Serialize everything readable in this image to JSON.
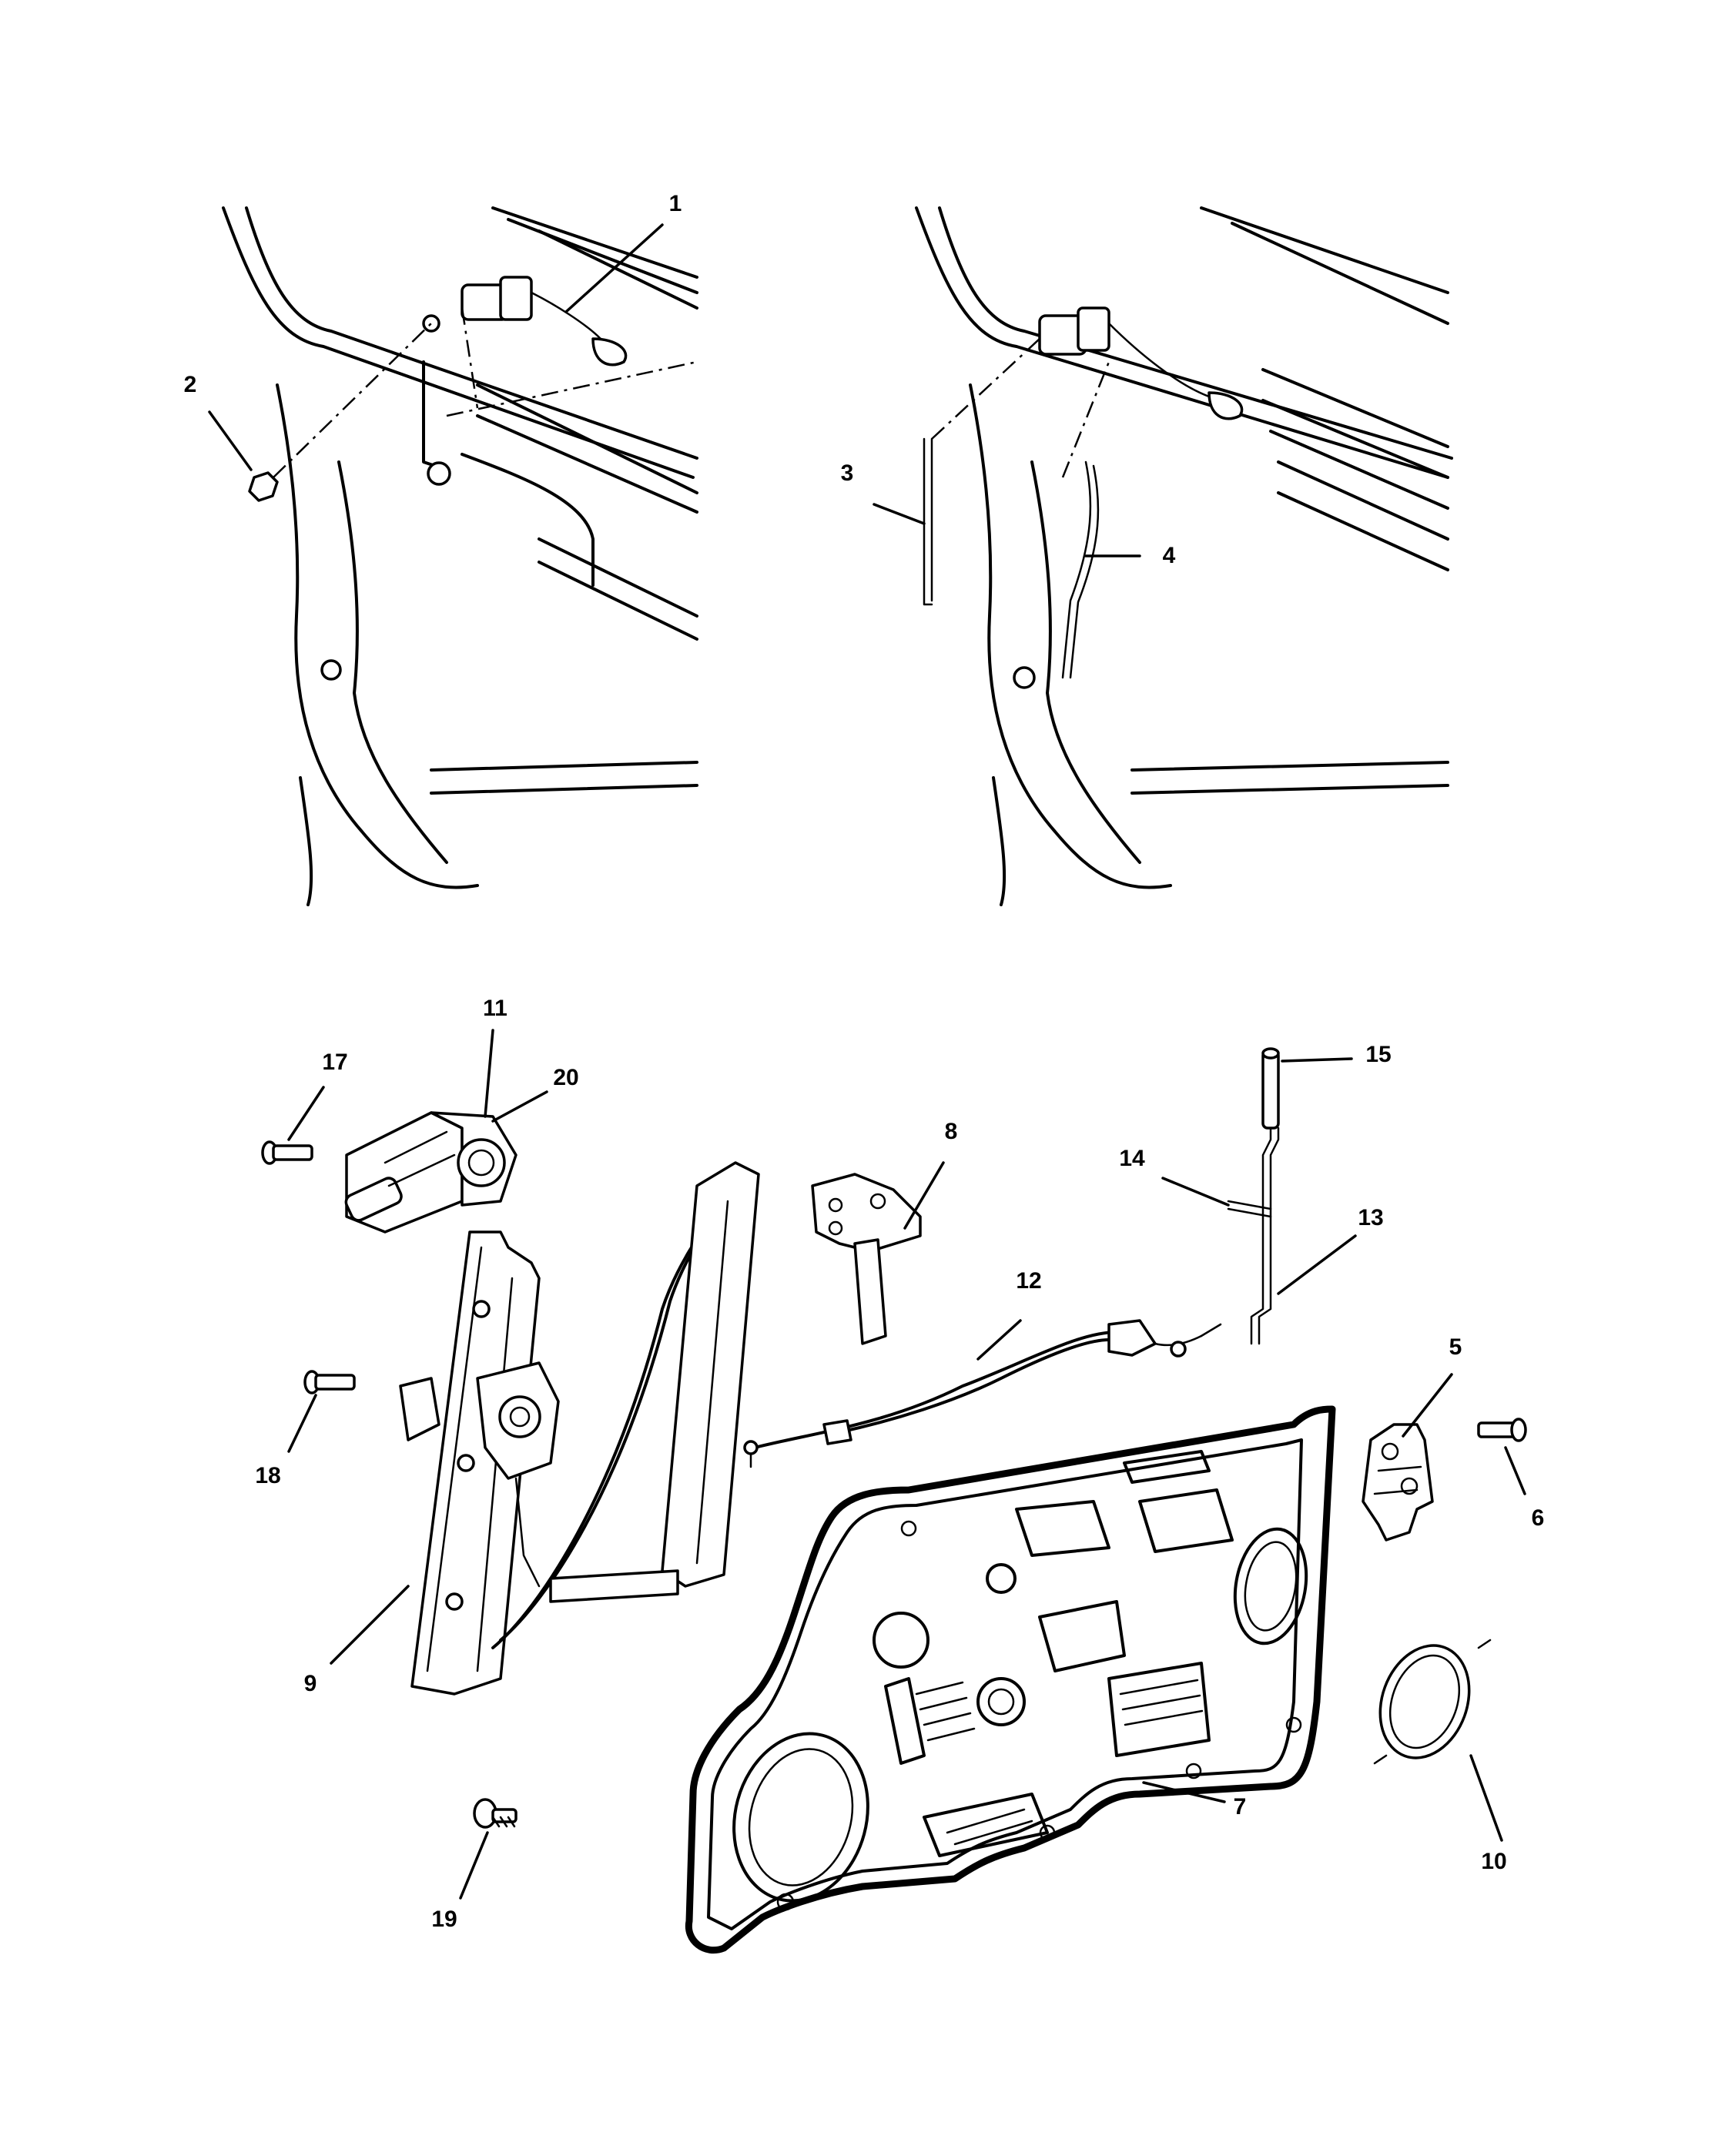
{
  "callouts": {
    "c1": "1",
    "c2": "2",
    "c3": "3",
    "c4": "4",
    "c5": "5",
    "c6": "6",
    "c7": "7",
    "c8": "8",
    "c9": "9",
    "c10": "10",
    "c11": "11",
    "c12": "12",
    "c13": "13",
    "c14": "14",
    "c15": "15",
    "c17": "17",
    "c18": "18",
    "c19": "19",
    "c20": "20"
  },
  "colors": {
    "line": "#000000",
    "background": "#ffffff"
  }
}
